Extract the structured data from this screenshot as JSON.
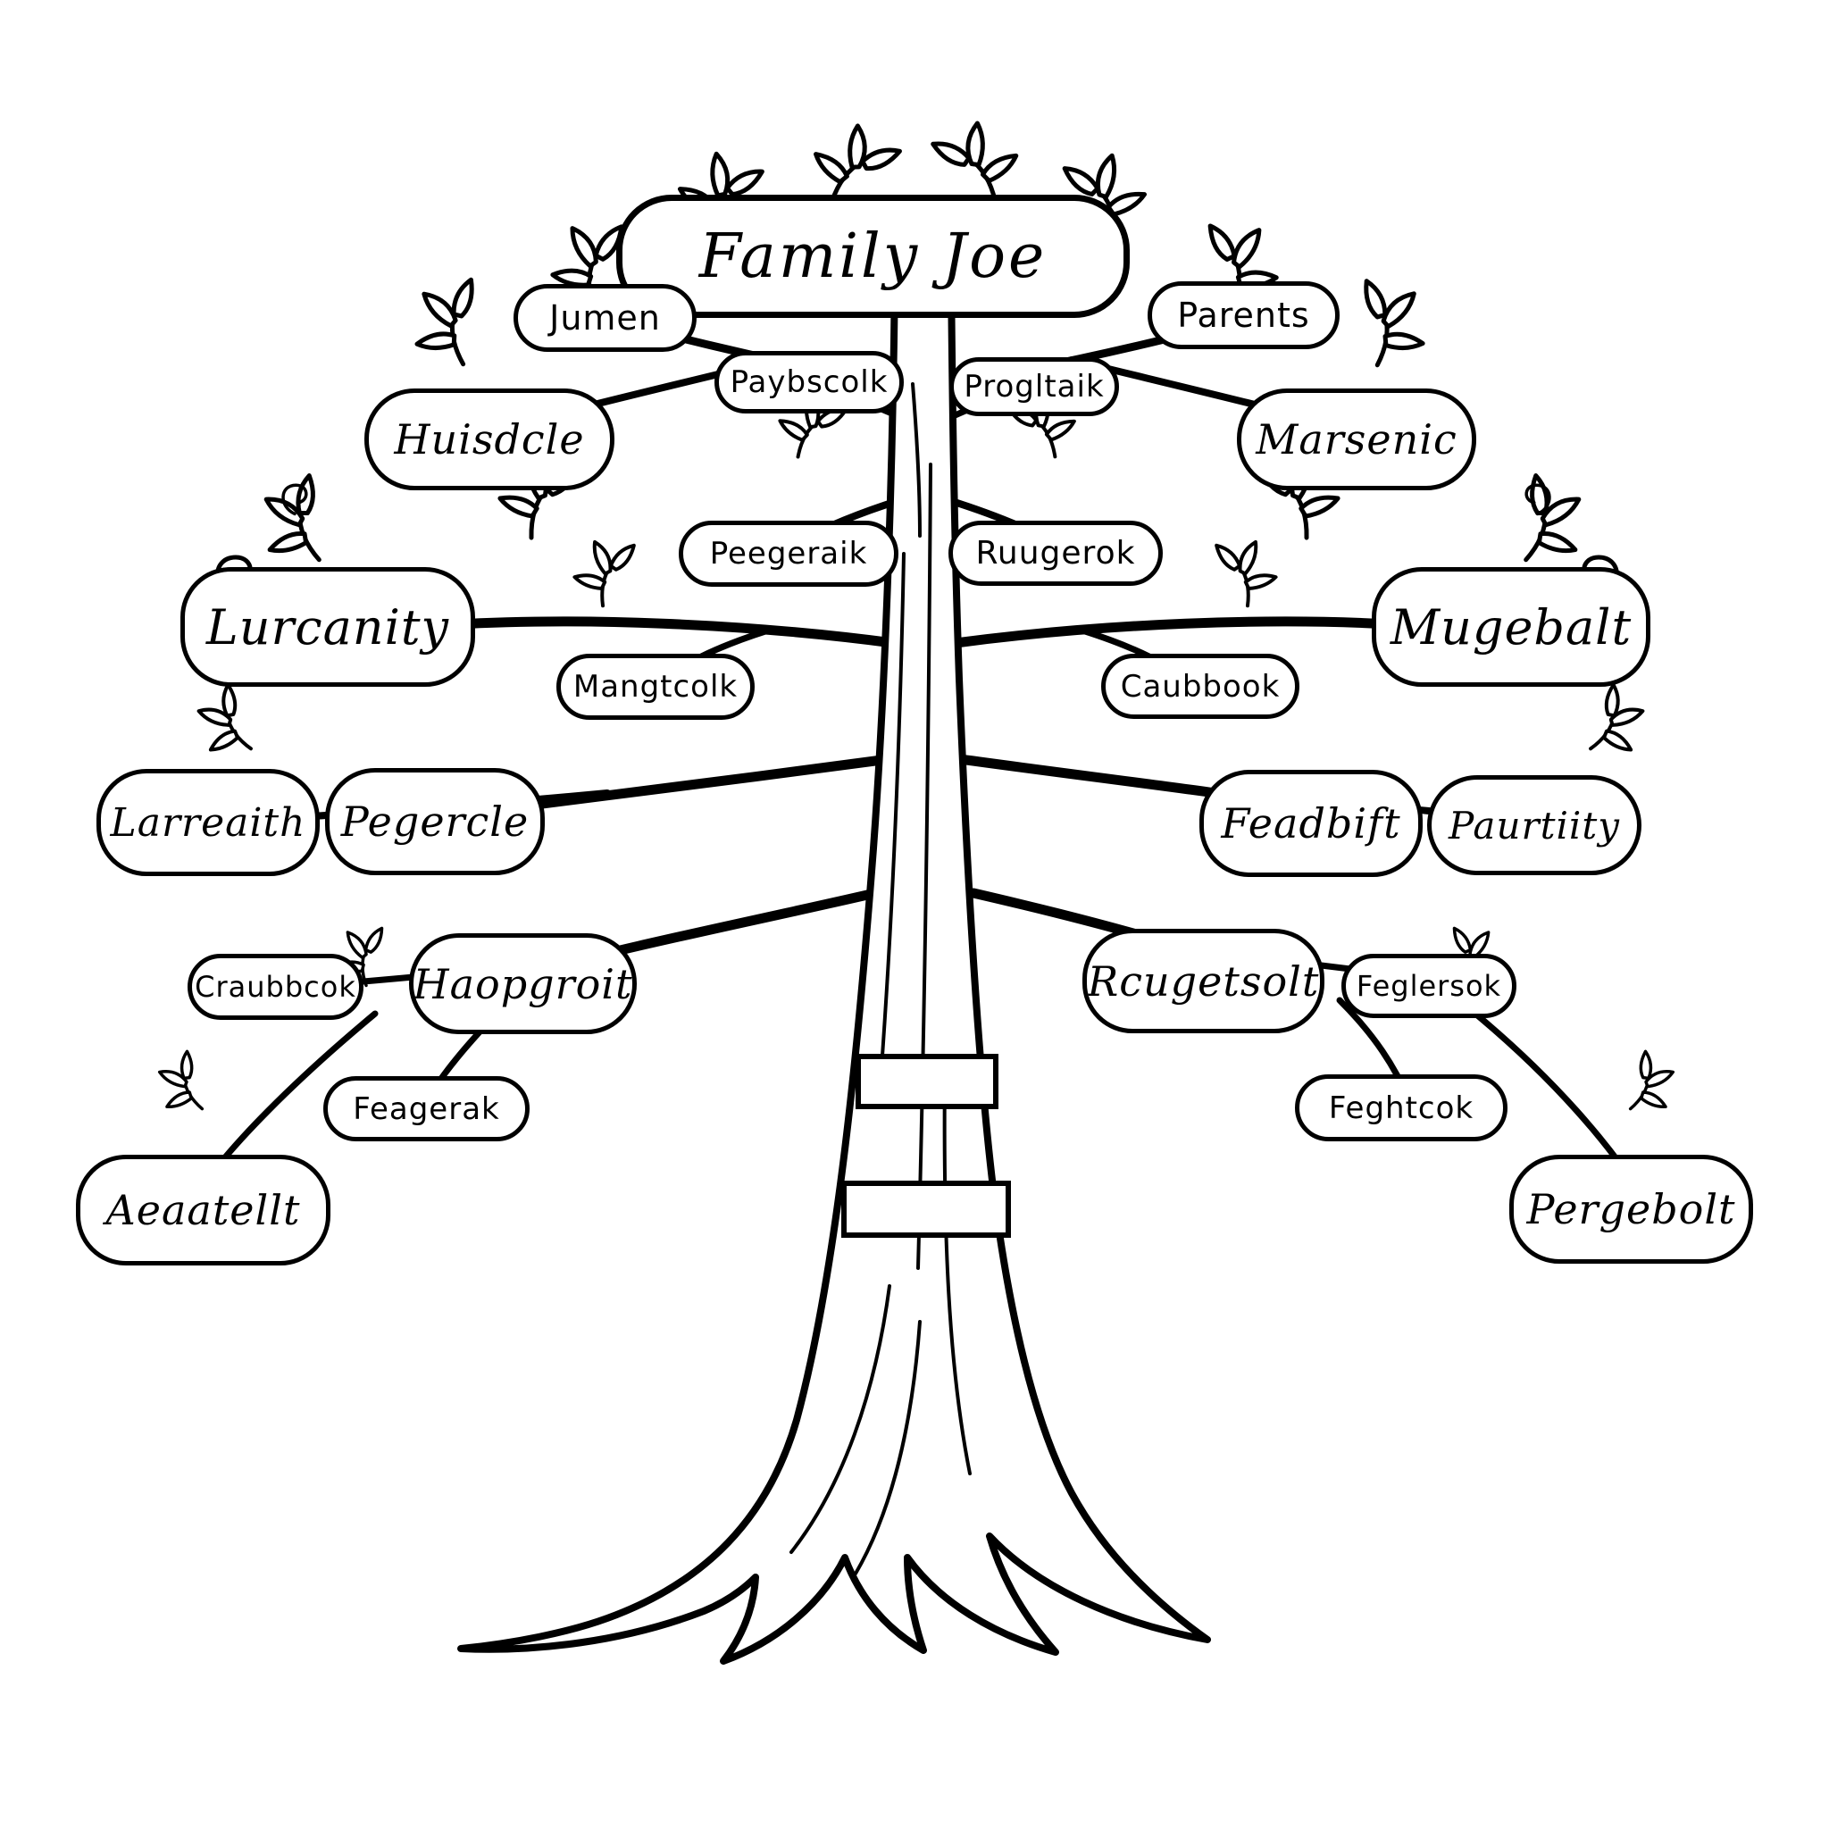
{
  "page": {
    "type": "family-tree-coloring-illustration",
    "title": "Family Joe"
  },
  "palette": {
    "ink": "#000000",
    "paper": "#ffffff"
  },
  "tree": {
    "root_label": "Family Joe",
    "nodes": [
      {
        "id": "jumen",
        "label": "Jumen"
      },
      {
        "id": "parents",
        "label": "Parents"
      },
      {
        "id": "paybscolk",
        "label": "Paybscolk"
      },
      {
        "id": "progltaik",
        "label": "Progltaik"
      },
      {
        "id": "huisdcle",
        "label": "Huisdcle"
      },
      {
        "id": "marsenic",
        "label": "Marsenic"
      },
      {
        "id": "peegeraik",
        "label": "Peegeraik"
      },
      {
        "id": "ruugerok",
        "label": "Ruugerok"
      },
      {
        "id": "lurcanity",
        "label": "Lurcanity"
      },
      {
        "id": "mugebalt",
        "label": "Mugebalt"
      },
      {
        "id": "mangtcolk",
        "label": "Mangtcolk"
      },
      {
        "id": "caubbook",
        "label": "Caubbook"
      },
      {
        "id": "larreaith",
        "label": "Larreaith"
      },
      {
        "id": "pegercle",
        "label": "Pegercle"
      },
      {
        "id": "feadbift",
        "label": "Feadbift"
      },
      {
        "id": "paurtiity",
        "label": "Paurtiity"
      },
      {
        "id": "craubbcok",
        "label": "Craubbcok"
      },
      {
        "id": "haopgroit",
        "label": "Haopgroit"
      },
      {
        "id": "rcugetsolt",
        "label": "Rcugetsolt"
      },
      {
        "id": "feglersok",
        "label": "Feglersok"
      },
      {
        "id": "feagerak",
        "label": "Feagerak"
      },
      {
        "id": "feghtcok",
        "label": "Feghtcok"
      },
      {
        "id": "aeaatellt",
        "label": "Aeaatellt"
      },
      {
        "id": "pergebolt",
        "label": "Pergebolt"
      }
    ]
  }
}
